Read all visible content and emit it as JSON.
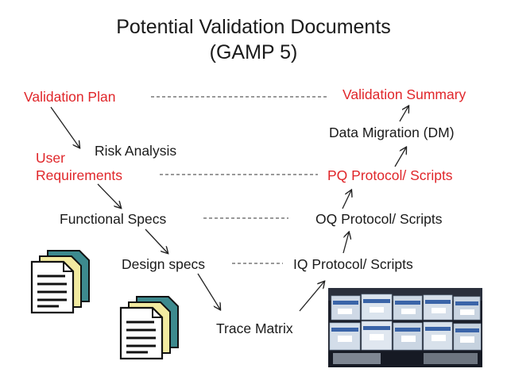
{
  "title": {
    "line1": "Potential Validation Documents",
    "line2": "(GAMP 5)"
  },
  "left_column": {
    "validation_plan": "Validation Plan",
    "risk_analysis": "Risk Analysis",
    "user_requirements_line1": "User",
    "user_requirements_line2": "Requirements",
    "functional_specs": "Functional Specs",
    "design_specs": "Design specs"
  },
  "bottom": {
    "trace_matrix": "Trace Matrix"
  },
  "right_column": {
    "validation_summary": "Validation Summary",
    "data_migration": "Data Migration (DM)",
    "pq_protocol": "PQ Protocol/ Scripts",
    "oq_protocol": "OQ Protocol/ Scripts",
    "iq_protocol": "IQ Protocol/ Scripts"
  },
  "colors": {
    "highlight": "#e0262a",
    "text": "#1a1a1a",
    "doc_front": "#ffffff",
    "doc_middle": "#f2eaa0",
    "doc_back": "#3d8a8e"
  },
  "icons": {
    "documents_1": "document-stack-icon",
    "documents_2": "document-stack-icon"
  }
}
